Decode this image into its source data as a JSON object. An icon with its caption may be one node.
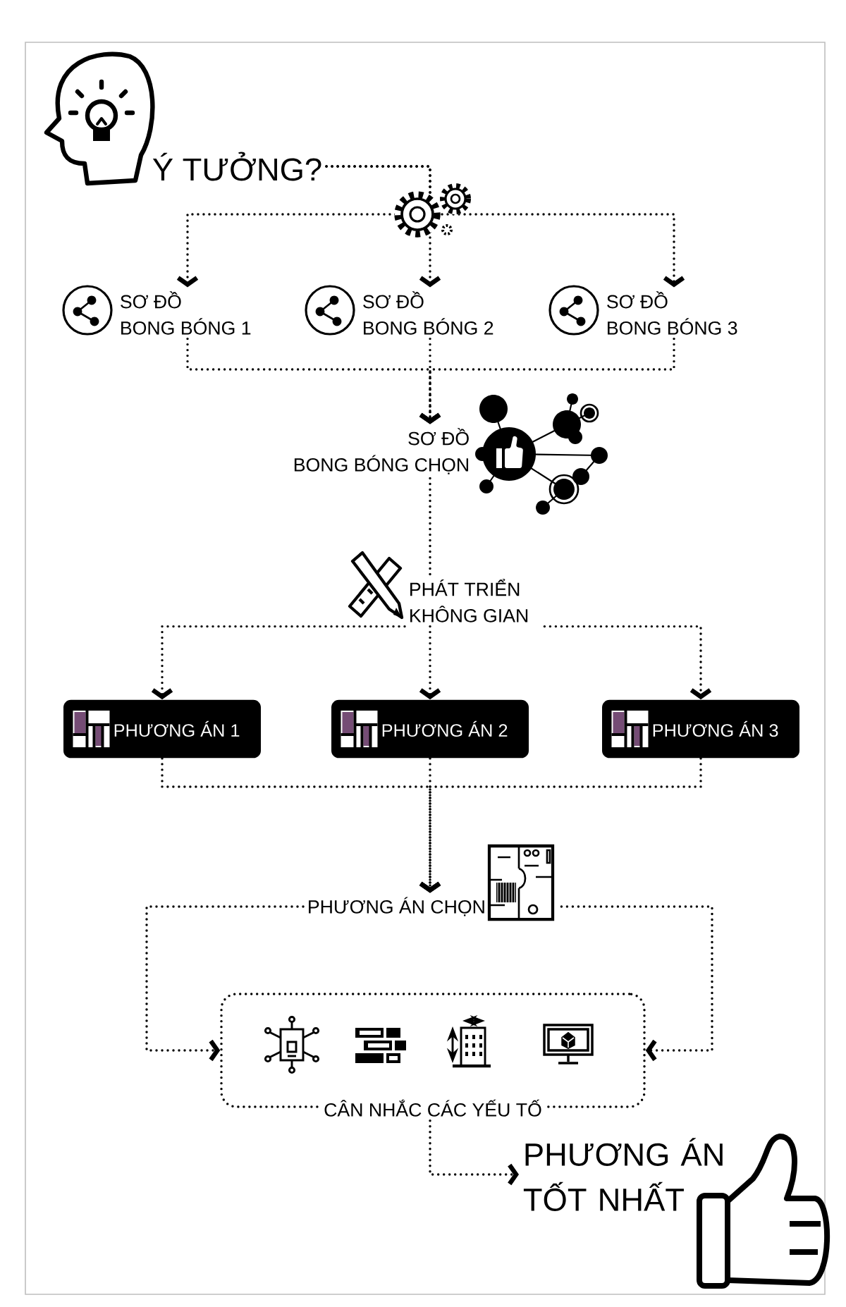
{
  "diagram": {
    "nodes": [
      {
        "text": [
          "Ý TƯỞNG?"
        ]
      },
      {
        "text": [
          "SƠ ĐỒ BONG BÓNG 1"
        ]
      },
      {
        "text": [
          "SƠ ĐỒ BONG BÓNG 2"
        ]
      },
      {
        "text": [
          "SƠ ĐỒ BONG BÓNG 3"
        ]
      },
      {
        "text": [
          "SƠ ĐỒ BONG BÓNG CHỌN"
        ]
      },
      {
        "text": [
          "PHÁT TRIỂN KHÔNG GIAN"
        ]
      },
      {
        "text": [
          "PHƯƠNG ÁN 1"
        ]
      },
      {
        "text": [
          "PHƯƠNG ÁN 2"
        ]
      },
      {
        "text": [
          "PHƯƠNG ÁN 3"
        ]
      },
      {
        "text": [
          "PHƯƠNG ÁN CHỌN"
        ]
      },
      {
        "text": [
          "CÂN NHẮC CÁC YẾU TỐ"
        ]
      },
      {
        "text": [
          "PHƯƠNG ÁN TỐT NHẤT"
        ]
      }
    ],
    "edges": [
      {
        "from": 0,
        "to": 1,
        "arrow": "to"
      },
      {
        "from": 0,
        "to": 2,
        "arrow": "to"
      },
      {
        "from": 0,
        "to": 3,
        "arrow": "to"
      },
      {
        "from": 1,
        "to": 4,
        "arrow": "to"
      },
      {
        "from": 2,
        "to": 4,
        "arrow": "to"
      },
      {
        "from": 3,
        "to": 4,
        "arrow": "to"
      },
      {
        "from": 4,
        "to": 5,
        "arrow": "none"
      },
      {
        "from": 5,
        "to": 6,
        "arrow": "to"
      },
      {
        "from": 5,
        "to": 7,
        "arrow": "to"
      },
      {
        "from": 5,
        "to": 8,
        "arrow": "to"
      },
      {
        "from": 6,
        "to": 9,
        "arrow": "to"
      },
      {
        "from": 7,
        "to": 9,
        "arrow": "to"
      },
      {
        "from": 8,
        "to": 9,
        "arrow": "to"
      },
      {
        "from": 9,
        "to": 10,
        "arrow": "to"
      },
      {
        "from": 9,
        "to": 10,
        "arrow": "to"
      },
      {
        "from": 10,
        "to": 11,
        "arrow": "to"
      }
    ]
  }
}
